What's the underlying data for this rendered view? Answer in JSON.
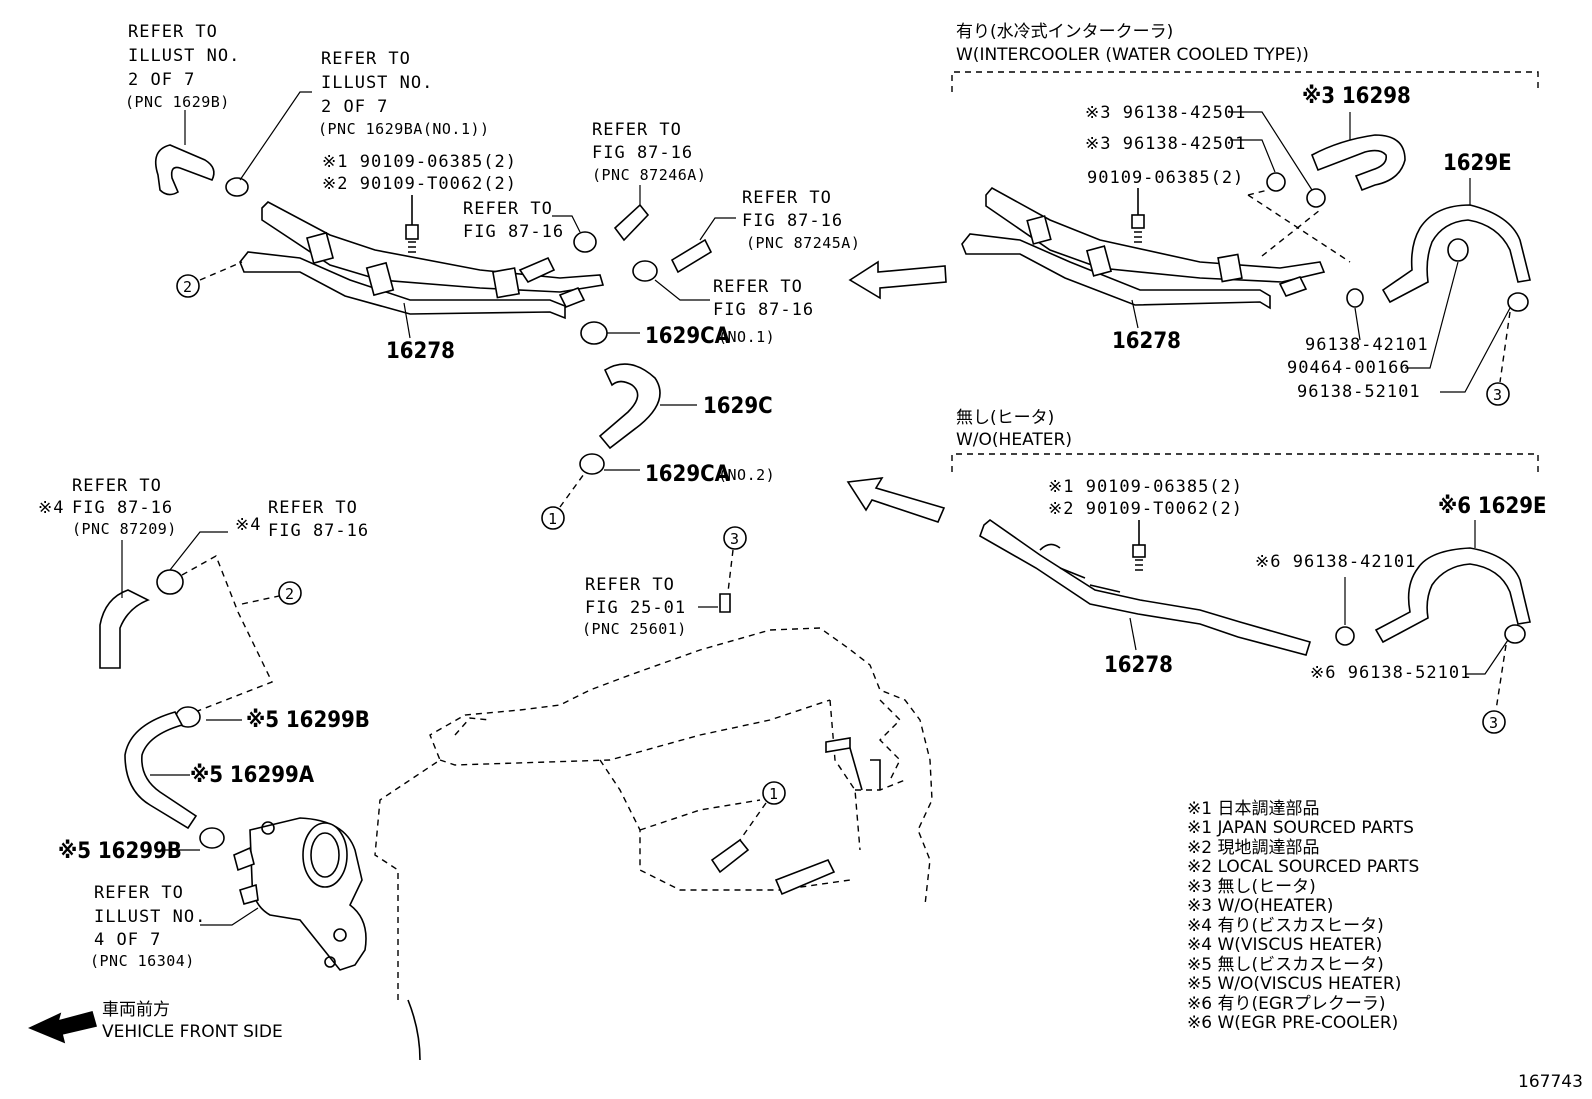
{
  "diagram_id": "167743",
  "refer_notes": {
    "illust_2_7_b": [
      "REFER TO",
      "ILLUST NO.",
      "2 OF 7",
      "(PNC 1629B)"
    ],
    "illust_2_7_ba": [
      "REFER TO",
      "ILLUST NO.",
      "2 OF 7",
      "(PNC 1629BA(NO.1))"
    ],
    "fig_87_16_246a": [
      "REFER TO",
      "FIG 87-16",
      "(PNC 87246A)"
    ],
    "fig_87_16_plain_a": [
      "REFER TO",
      "FIG 87-16"
    ],
    "fig_87_16_245a": [
      "REFER TO",
      "FIG 87-16",
      "(PNC 87245A)"
    ],
    "fig_87_16_plain_b": [
      "REFER TO",
      "FIG 87-16"
    ],
    "fig_87_16_209": [
      "REFER TO",
      "FIG 87-16",
      "(PNC 87209)"
    ],
    "fig_87_16_plain_c": [
      "REFER TO",
      "FIG 87-16"
    ],
    "fig_25_01": [
      "REFER TO",
      "FIG 25-01",
      "(PNC 25601)"
    ],
    "illust_4_7": [
      "REFER TO",
      "ILLUST NO.",
      "4 OF 7",
      "(PNC 16304)"
    ]
  },
  "note_marks": {
    "m4a": "※4",
    "m4b": "※4"
  },
  "part_labels": {
    "bolt_jp_main": "※1 90109-06385(2)",
    "bolt_local_main": "※2 90109-T0062(2)",
    "pipe_main": "16278",
    "clamp_1629ca_no1": "1629CA",
    "clamp_1629ca_no1_suffix": "(NO.1)",
    "hose_1629c": "1629C",
    "clamp_1629ca_no2": "1629CA",
    "clamp_1629ca_no2_suffix": "(NO.2)",
    "clamp_16299b_top": "※5 16299B",
    "hose_16299a": "※5 16299A",
    "clamp_16299b_bottom": "※5 16299B"
  },
  "intercooler_variant": {
    "title_jp": "有り(水冷式インタークーラ)",
    "title_en": "W(INTERCOOLER (WATER COOLED TYPE))",
    "clamp_a": "※3 96138-42501",
    "clamp_b": "※3 96138-42501",
    "hose": "※3 16298",
    "bolt": "90109-06385(2)",
    "hose_e": "1629E",
    "pipe": "16278",
    "clamp_c": "96138-42101",
    "clip": "90464-00166",
    "clamp_d": "96138-52101"
  },
  "heater_variant": {
    "title_jp": "無し(ヒータ)",
    "title_en": "W/O(HEATER)",
    "bolt_jp": "※1 90109-06385(2)",
    "bolt_local": "※2 90109-T0062(2)",
    "hose_e": "※6 1629E",
    "clamp_a": "※6 96138-42101",
    "pipe": "16278",
    "clamp_b": "※6 96138-52101"
  },
  "callouts": [
    "1",
    "2",
    "3"
  ],
  "front_indicator": {
    "jp": "車両前方",
    "en": "VEHICLE FRONT SIDE"
  },
  "legend": [
    "※1  日本調達部品",
    "※1  JAPAN SOURCED PARTS",
    "※2  現地調達部品",
    "※2  LOCAL SOURCED PARTS",
    "※3  無し(ヒータ)",
    "※3  W/O(HEATER)",
    "※4  有り(ビスカスヒータ)",
    "※4  W(VISCUS HEATER)",
    "※5  無し(ビスカスヒータ)",
    "※5  W/O(VISCUS HEATER)",
    "※6  有り(EGRプレクーラ)",
    "※6  W(EGR PRE-COOLER)"
  ]
}
